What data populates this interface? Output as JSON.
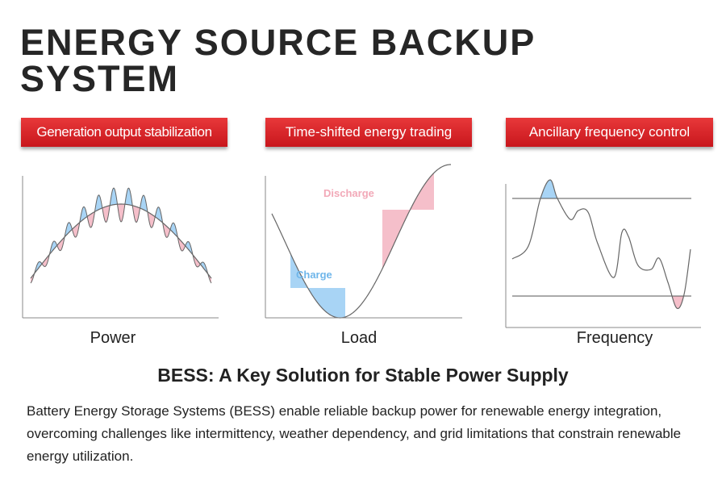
{
  "title": "ENERGY SOURCE BACKUP SYSTEM",
  "badges": [
    "Generation output stabilization",
    "Time-shifted energy trading",
    "Ancillary frequency control"
  ],
  "panels": [
    {
      "caption": "Power"
    },
    {
      "caption": "Load",
      "labels": {
        "discharge": "Discharge",
        "charge": "Charge"
      }
    },
    {
      "caption": "Frequency"
    }
  ],
  "subtitle": "BESS: A Key Solution for Stable Power Supply",
  "description": "Battery Energy Storage Systems (BESS) enable reliable backup power for renewable energy integration, overcoming challenges like intermittency, weather dependency, and grid limitations that constrain renewable energy utilization.",
  "colors": {
    "accent": "#d9262b",
    "charge": "#a8d4f5",
    "discharge": "#f5bfca"
  }
}
